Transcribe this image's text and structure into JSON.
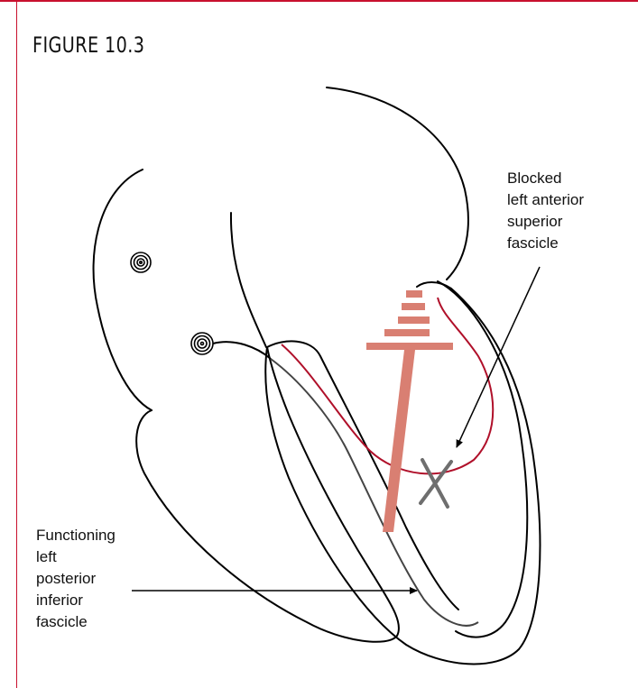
{
  "figure": {
    "title": "FIGURE 10.3"
  },
  "labels": {
    "blocked": [
      "Blocked",
      "left anterior",
      "superior",
      "fascicle"
    ],
    "functioning": [
      "Functioning",
      "left",
      "posterior",
      "inferior",
      "fascicle"
    ]
  },
  "colors": {
    "frame": "#c8102e",
    "outline": "#000000",
    "anterior_fascicle": "#b0102a",
    "posterior_fascicle": "#444444",
    "block_marker": "#6e6e6e",
    "conduction_tree": "#d97f72"
  }
}
